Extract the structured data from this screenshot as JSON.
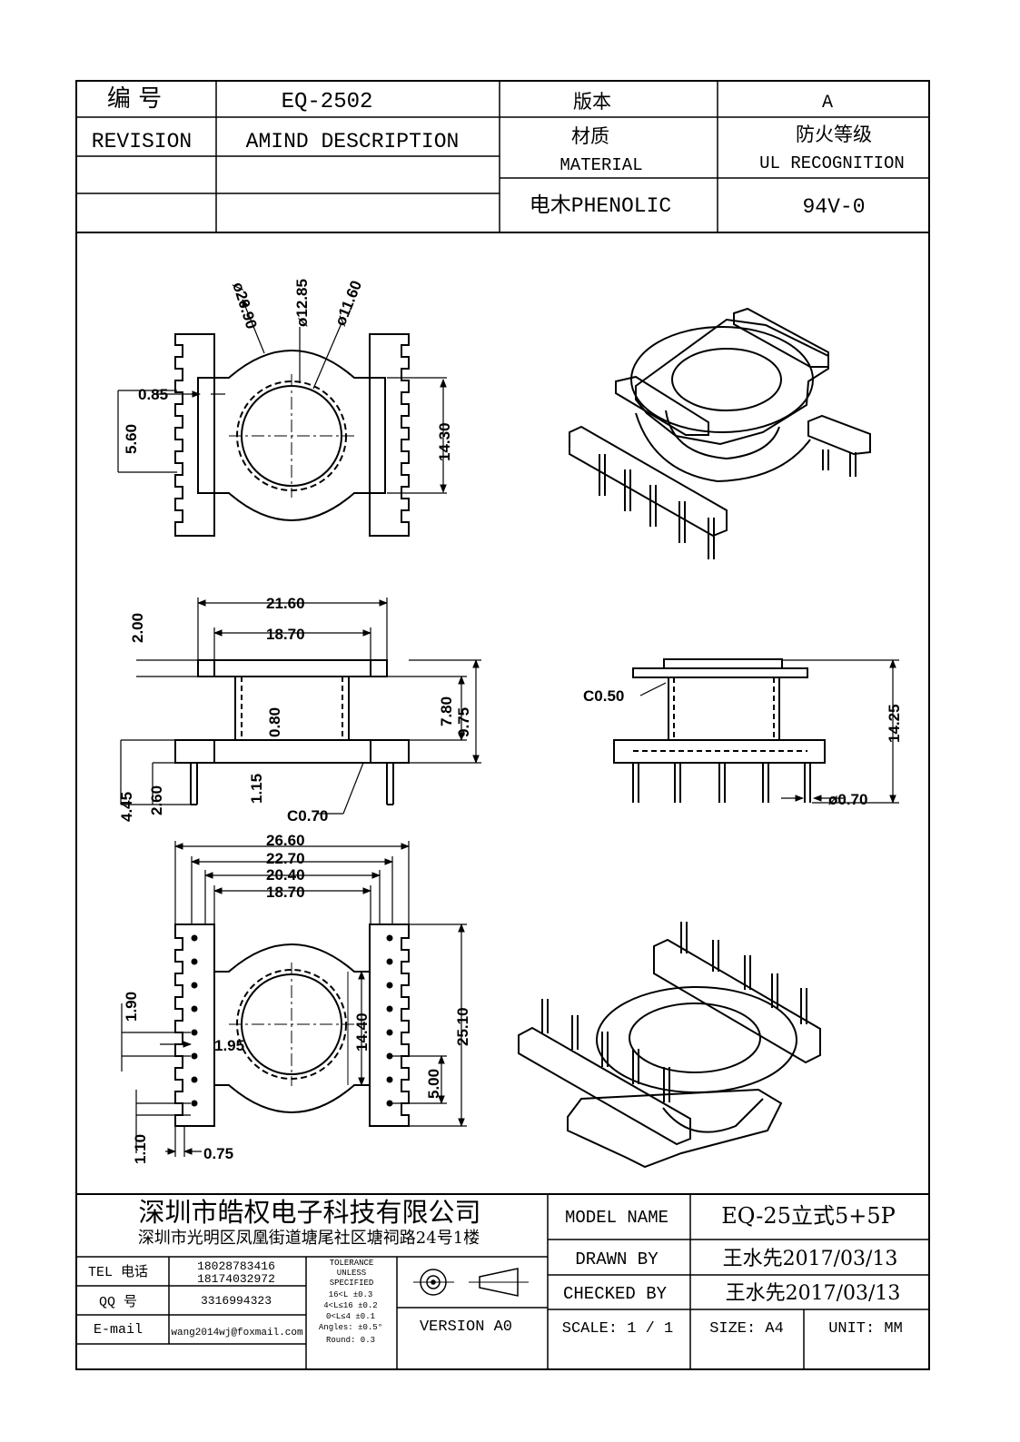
{
  "header": {
    "number_label": "编 号",
    "number_value": "EQ-2502",
    "version_label": "版本",
    "version_value": "A",
    "revision_label": "REVISION",
    "amind_label": "AMIND DESCRIPTION",
    "material_cn": "材质",
    "material_en": "MATERIAL",
    "fire_cn": "防火等级",
    "fire_en": "UL RECOGNITION",
    "material_value": "电木PHENOLIC",
    "fire_value": "94V-0"
  },
  "dimensions": {
    "d_outer": "ø20.90",
    "d_mid": "ø12.85",
    "d_inner": "ø11.60",
    "d_085": "0.85",
    "d_560": "5.60",
    "d_1430": "14.30",
    "d_2160": "21.60",
    "d_1870a": "18.70",
    "d_200": "2.00",
    "d_080": "0.80",
    "d_780": "7.80",
    "d_975": "9.75",
    "d_445": "4.45",
    "d_260": "2.60",
    "d_115": "1.15",
    "d_c070": "C0.70",
    "d_c050": "C0.50",
    "d_1425": "14.25",
    "d_pin": "ø0.70",
    "d_2660": "26.60",
    "d_2270": "22.70",
    "d_2040": "20.40",
    "d_1870b": "18.70",
    "d_190": "1.90",
    "d_195": "1.95",
    "d_1440": "14.40",
    "d_2510": "25.10",
    "d_500": "5.00",
    "d_110": "1.10",
    "d_075": "0.75"
  },
  "footer": {
    "company": "深圳市皓权电子科技有限公司",
    "address": "深圳市光明区凤凰街道塘尾社区塘祠路24号1楼",
    "tel_label": "TEL 电话",
    "tel_1": "18028783416",
    "tel_2": "18174032972",
    "qq_label": "QQ 号",
    "qq_value": "3316994323",
    "email_label": "E-mail",
    "email_value": "wang2014wj@foxmail.com",
    "tolerance_lines": [
      "TOLERANCE",
      "UNLESS",
      "SPECIFIED",
      "16<L ±0.3",
      "4<L≤16 ±0.2",
      "0<L≤4 ±0.1",
      "Angles: ±0.5°",
      "Round: 0.3"
    ],
    "version": "VERSION A0",
    "model_label": "MODEL NAME",
    "model_value": "EQ-25立式5+5P",
    "drawn_label": "DRAWN BY",
    "drawn_value": "王水先2017/03/13",
    "checked_label": "CHECKED BY",
    "checked_value": "王水先2017/03/13",
    "scale": "SCALE: 1 / 1",
    "size": "SIZE: A4",
    "unit": "UNIT: MM"
  }
}
